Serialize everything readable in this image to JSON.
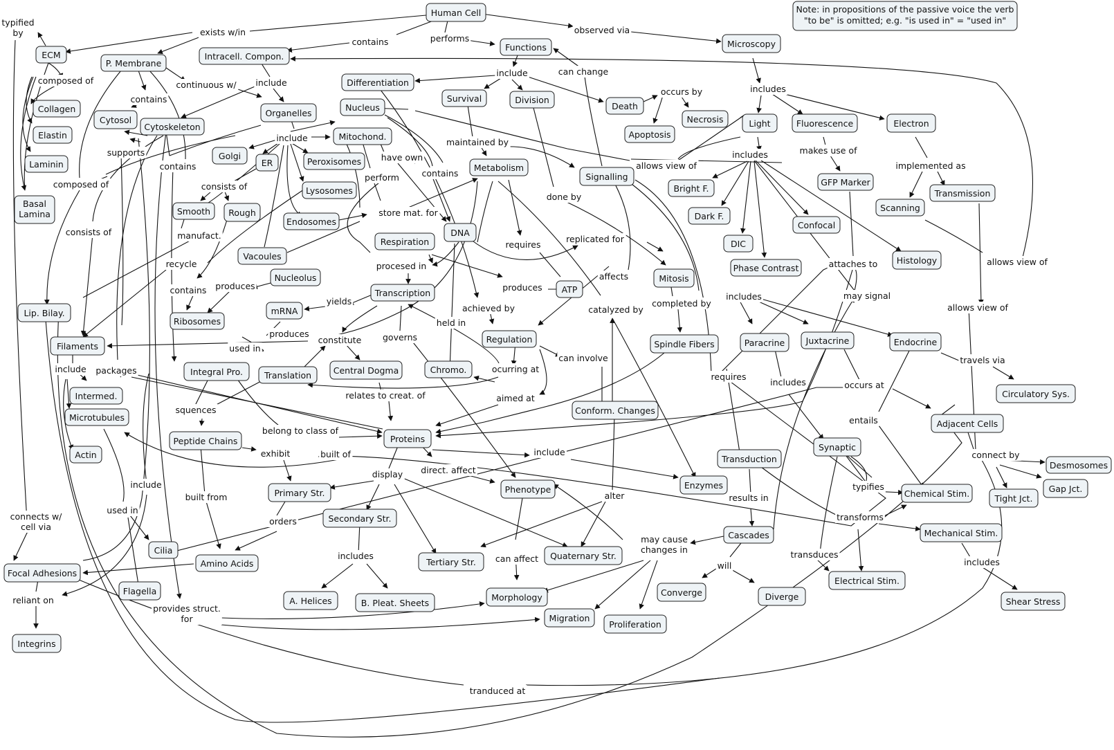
{
  "note": {
    "lines": [
      "Note: in propositions of the passive voice the verb",
      "\"to be\" is omitted; e.g. \"is used in\" = \"used in\""
    ]
  },
  "nodes": {
    "human_cell": "Human Cell",
    "ecm": "ECM",
    "p_membrane": "P. Membrane",
    "intracell": "Intracell. Compon.",
    "functions": "Functions",
    "microscopy": "Microscopy",
    "collagen": "Collagen",
    "elastin": "Elastin",
    "laminin": "Laminin",
    "basal_lamina": [
      "Basal",
      "Lamina"
    ],
    "cytosol": "Cytosol",
    "cytoskeleton": "Cytoskeleton",
    "organelles": "Organelles",
    "differentiation": "Differentiation",
    "nucleus": "Nucleus",
    "survival": "Survival",
    "division": "Division",
    "death": "Death",
    "necrosis": "Necrosis",
    "apoptosis": "Apoptosis",
    "light": "Light",
    "fluorescence": "Fluorescence",
    "electron": "Electron",
    "mitochond": "Mitochond.",
    "golgi": "Golgi",
    "er": "ER",
    "peroxisomes": "Peroxisomes",
    "metabolism": "Metabolism",
    "signalling": "Signalling",
    "bright_f": "Bright F.",
    "dark_f": "Dark F.",
    "gfp": "GFP Marker",
    "scanning": "Scanning",
    "transmission": "Transmission",
    "lysosomes": "Lysosomes",
    "smooth": "Smooth",
    "rough": "Rough",
    "endosomes": "Endosomes",
    "dna": "DNA",
    "confocal": "Confocal",
    "dic": "DIC",
    "vacoules": "Vacoules",
    "respiration": "Respiration",
    "phase_contrast": "Phase Contrast",
    "histology": "Histology",
    "nucleolus": "Nucleolus",
    "atp": "ATP",
    "mitosis": "Mitosis",
    "transcription": "Transcription",
    "mrna": "mRNA",
    "lip_bilay": "Lip. Bilay.",
    "ribosomes": "Ribosomes",
    "regulation": "Regulation",
    "filaments": "Filaments",
    "spindle": "Spindle Fibers",
    "paracrine": "Paracrine",
    "juxtacrine": "Juxtacrine",
    "endocrine": "Endocrine",
    "integral_pro": "Integral Pro.",
    "translation": "Translation",
    "central_dogma": "Central Dogma",
    "chromo": "Chromo.",
    "intermed": "Intermed.",
    "circulatory": "Circulatory Sys.",
    "conform": "Conform. Changes",
    "microtubules": "Microtubules",
    "adjacent": "Adjacent Cells",
    "peptide": "Peptide Chains",
    "proteins": "Proteins",
    "actin": "Actin",
    "synaptic": "Synaptic",
    "transduction": "Transduction",
    "desmosomes": "Desmosomes",
    "enzymes": "Enzymes",
    "phenotype": "Phenotype",
    "primary": "Primary Str.",
    "chemical": "Chemical Stim.",
    "gap_jct": "Gap Jct.",
    "tight_jct": "Tight Jct.",
    "secondary": "Secondary Str.",
    "cascades": "Cascades",
    "mechanical": "Mechanical Stim.",
    "cilia": "Cilia",
    "amino_acids": "Amino Acids",
    "quaternary": "Quaternary Str.",
    "tertiary": "Tertiary Str.",
    "focal_adhesions": "Focal Adhesions",
    "converge": "Converge",
    "diverge": "Diverge",
    "electrical": "Electrical Stim.",
    "flagella": "Flagella",
    "a_helices": "A. Helices",
    "b_pleat": "B. Pleat. Sheets",
    "morphology": "Morphology",
    "shear_stress": "Shear Stress",
    "migration": "Migration",
    "proliferation": "Proliferation",
    "integrins": "Integrins"
  },
  "links": {
    "typified_by": [
      "typified",
      "by"
    ],
    "exists_win": "exists w/in",
    "contains_top": "contains",
    "performs": "performs",
    "observed_via": "observed via",
    "composed_of_ecm": "composed of",
    "contains_pm": "contains",
    "continuous_w": "continuous w/",
    "include_intracell": "include",
    "include_functions": "include",
    "can_change": "can change",
    "occurs_by": "occurs by",
    "includes_micro": "includes",
    "supports": "supports",
    "include_organelles": "include",
    "contains_cyto": "contains",
    "have_own": "have own",
    "maintained_by": "maintained by",
    "allows_view_light": "allows view of",
    "includes_light": "includes",
    "makes_use_of": "makes use of",
    "implemented_as": "implemented as",
    "composed_of_pm": "composed of",
    "consists_of_er": "consists of",
    "perform": "perform",
    "contains_mito": "contains",
    "done_by": "done by",
    "store_mat_for": "store mat. for",
    "consists_of_cyto": "consists of",
    "manufact": "manufact.",
    "requires_metab": "requires",
    "replicated_for": "replicated for",
    "attaches_to": "attaches to",
    "allows_view_scanning": "allows view of",
    "recycle": "recycle",
    "procesed_in": "procesed in",
    "affects": "affects",
    "may_signal": "may signal",
    "contains_rough": "contains",
    "produces_nucleolus": "produces",
    "produces_atp": "produces",
    "yields": "yields",
    "achieved_by": "achieved by",
    "catalyzed_by": "catalyzed by",
    "completed_by": "completed by",
    "includes_signal": "includes",
    "allows_view_trans": "allows view of",
    "produces_mrna": "produces",
    "held_in": "held in",
    "governs": "governs",
    "constitute": "constitute",
    "used_in_ribo": "used in",
    "can_involve": "can involve",
    "include_fil": "include",
    "packages": "packages",
    "ocurring_at": "ocurring at",
    "travels_via": "travels via",
    "requires_signal": "requires",
    "includes_para": "includes",
    "occurs_at": "occurs at",
    "relates_to": "relates to creat. of",
    "aimed_at": "aimed at",
    "sequences": "squences",
    "entails": "entails",
    "belong_to": "belong to class of",
    "built_of": "built of",
    "include_proteins": "include",
    "exhibit": "exhibit",
    "connect_by": "connect by",
    "direct_affect": "direct. affect",
    "display": "display",
    "include_integral": "include",
    "built_from": "built from",
    "alter": "alter",
    "typifies": "typifies",
    "results_in": "results in",
    "used_in_micro": "used in",
    "connects_w": [
      "connects w/",
      "cell via"
    ],
    "orders": "orders",
    "transforms": "transforms",
    "may_cause": [
      "may cause",
      "changes in"
    ],
    "includes_sec": "includes",
    "can_affect": "can affect",
    "transduces": "transduces",
    "will": "will",
    "includes_mech": "includes",
    "reliant_on": "reliant on",
    "provides_struct": [
      "provides struct.",
      "for"
    ],
    "tranduced_at": "tranduced at"
  }
}
